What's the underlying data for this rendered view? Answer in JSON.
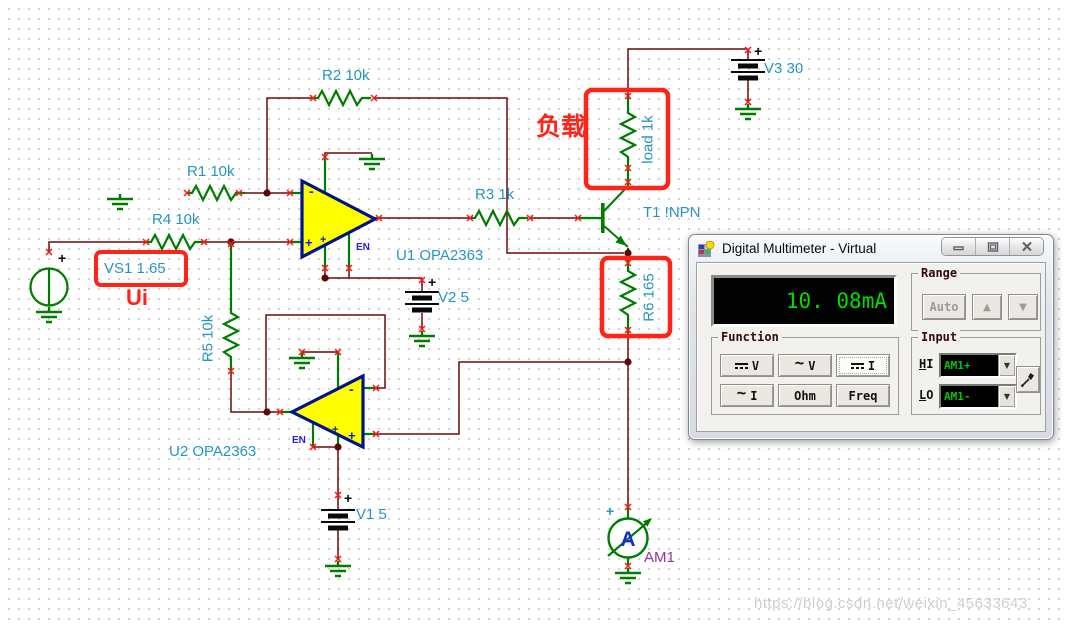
{
  "schematic": {
    "labels": {
      "r1": "R1 10k",
      "r2": "R2 10k",
      "r3": "R3 1k",
      "r4": "R4 10k",
      "r5": "R5 10k",
      "r6": "R6 165",
      "load": "load 1k",
      "u1": "U1 OPA2363",
      "u2": "U2 OPA2363",
      "v1": "V1 5",
      "v2": "V2 5",
      "v3": "V3 30",
      "vs1": "VS1 1.65",
      "t1": "T1 !NPN",
      "am1": "AM1"
    },
    "annotations": {
      "load_cn": "负载",
      "ui": "Ui"
    },
    "glyphs": {
      "en": "EN",
      "plus": "+",
      "minus": "-",
      "ammeter": "A"
    },
    "colors": {
      "wire_green": "#007c00",
      "wire_maroon": "#6e0909",
      "label_teal": "#2596be",
      "annotation_red": "#ff2318",
      "opamp_fill": "#ffff00",
      "opamp_border": "#001489",
      "am1_purple": "#993399"
    },
    "watermark": "https://blog.csdn.net/weixin_45633643"
  },
  "dmm": {
    "title": "Digital Multimeter - Virtual",
    "display": "10. 08mA",
    "groups": {
      "range": "Range",
      "function": "Function",
      "input": "Input"
    },
    "range": {
      "auto": "Auto",
      "up": "▲",
      "down": "▼"
    },
    "function": {
      "dc_v": "V",
      "ac_v": "V",
      "dc_i": "I",
      "ac_i": "I",
      "ohm": "Ohm",
      "freq": "Freq",
      "ac_glyph": "~"
    },
    "input": {
      "hi_u": "H",
      "hi_rest": "I",
      "lo_u": "L",
      "lo_rest": "O",
      "hi_value": "AM1+",
      "lo_value": "AM1-"
    }
  }
}
